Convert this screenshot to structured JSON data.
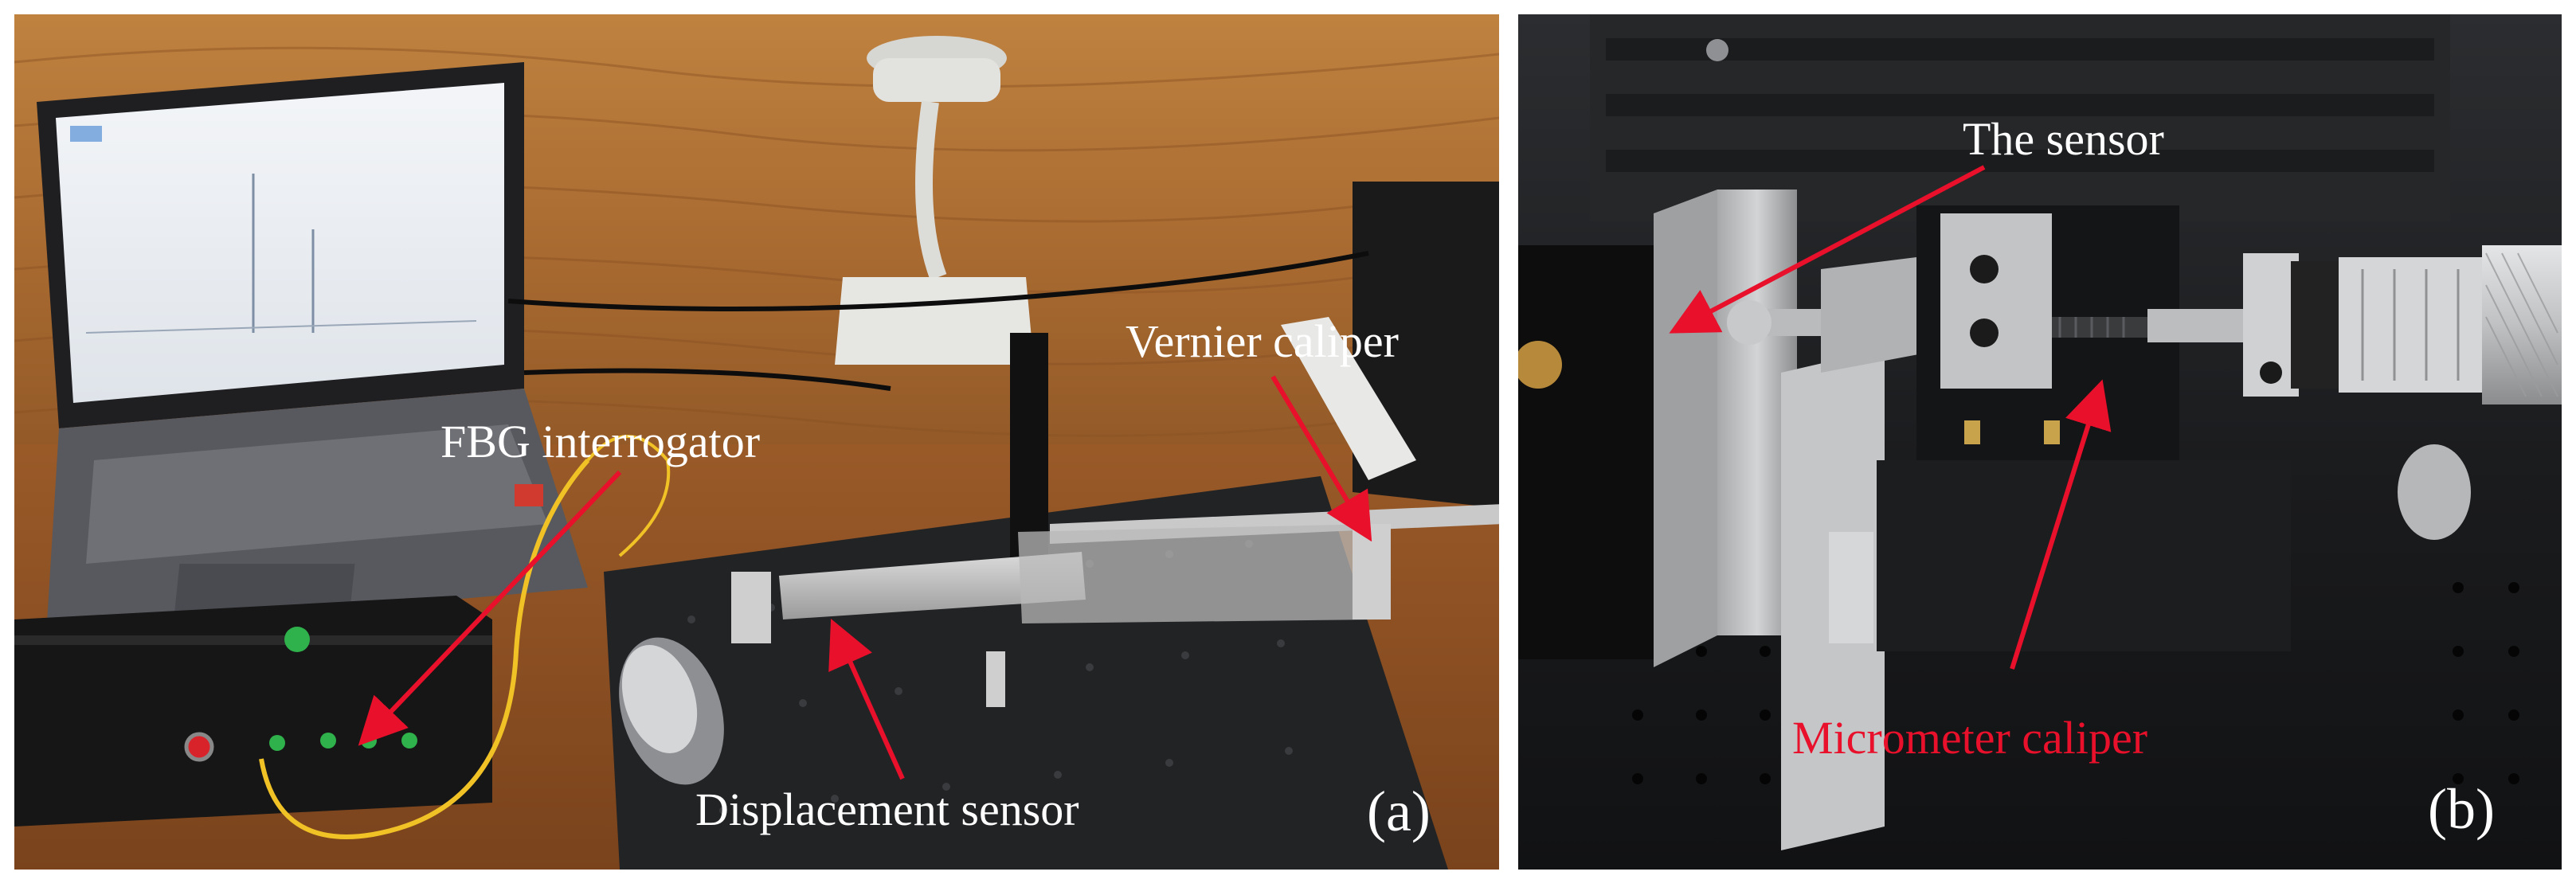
{
  "panels": {
    "a": {
      "letter": "(a)",
      "labels": {
        "fbg": "FBG interrogator",
        "vernier": "Vernier caliper",
        "displacement": "Displacement sensor"
      }
    },
    "b": {
      "letter": "(b)",
      "labels": {
        "sensor": "The sensor",
        "micrometer": "Micrometer caliper"
      }
    }
  },
  "colors": {
    "arrow": "#e8102a",
    "label_white": "#ffffff",
    "label_red": "#e8102a"
  }
}
